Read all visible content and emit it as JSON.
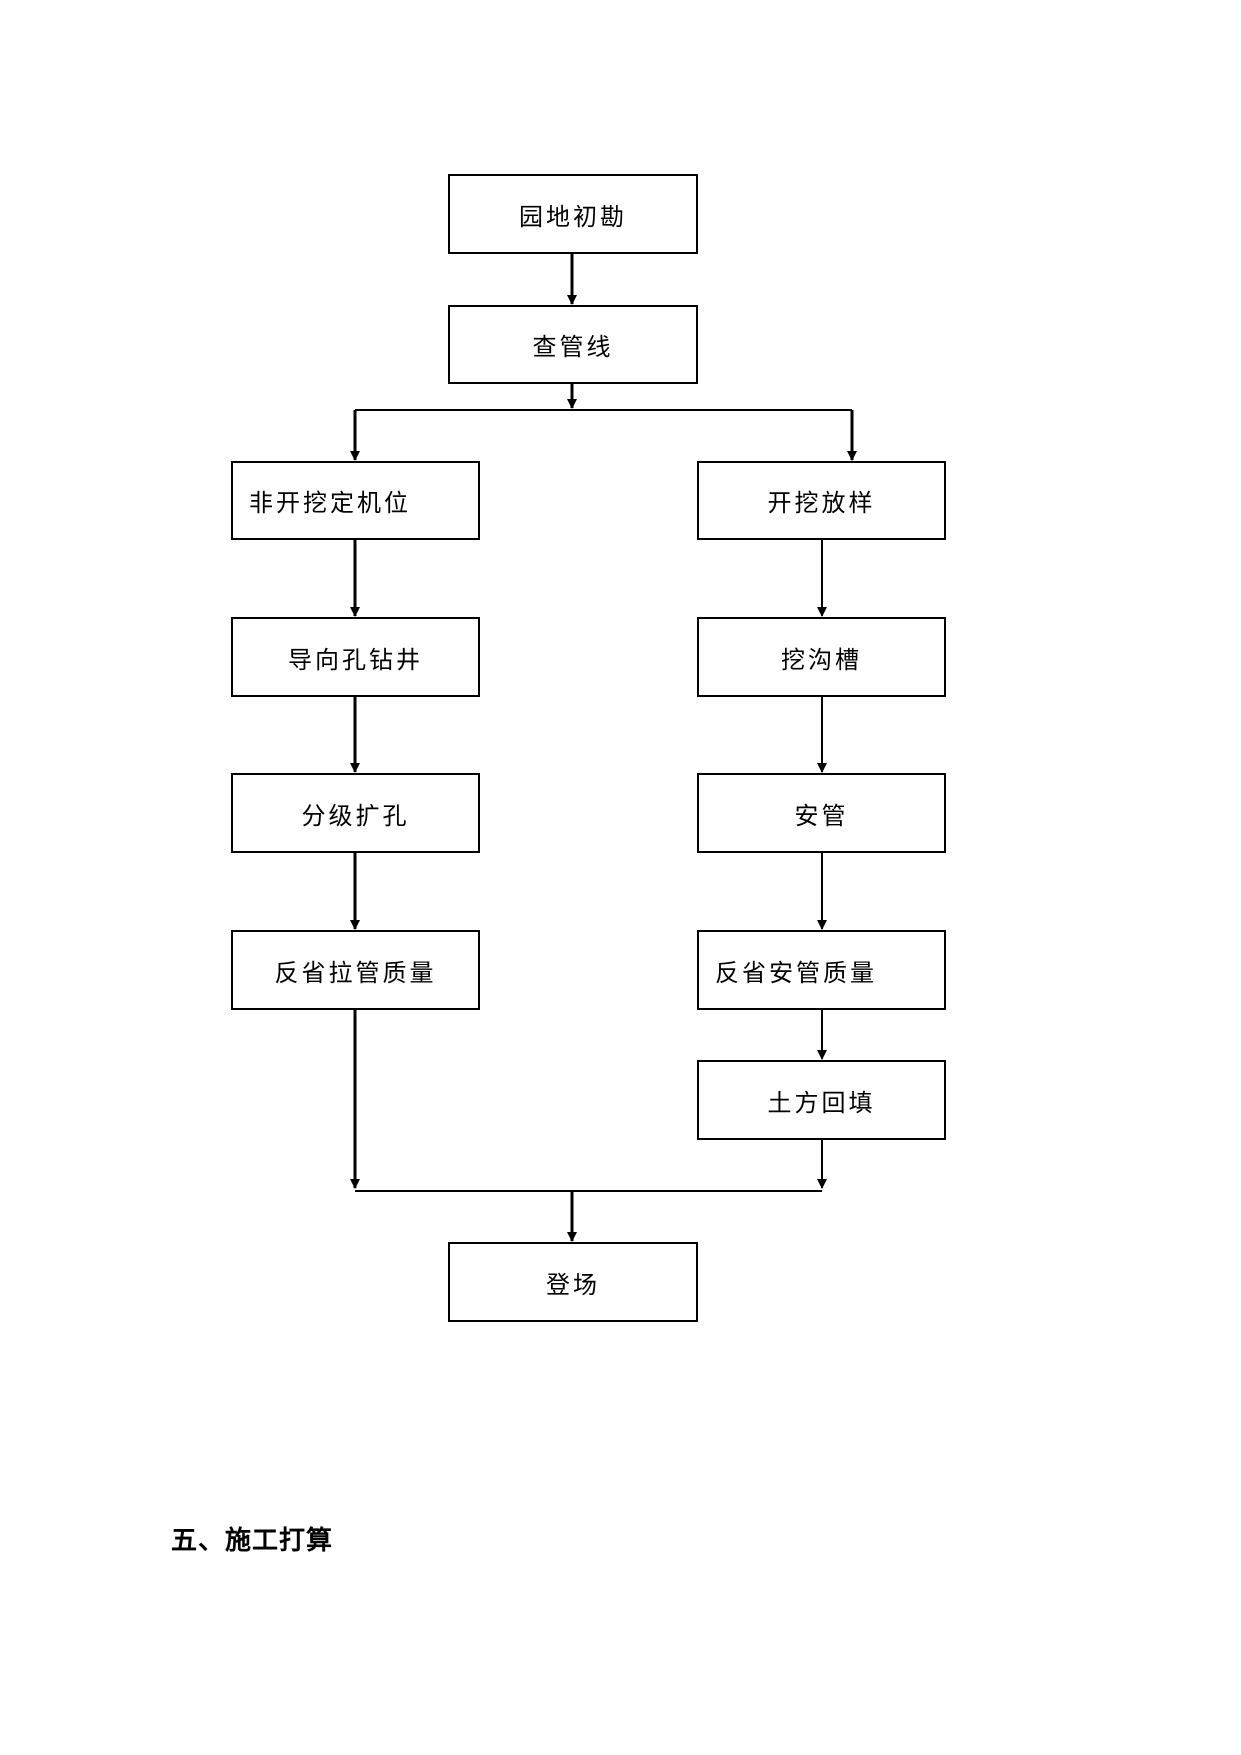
{
  "flowchart": {
    "nodes": {
      "site_survey": "园地初勘",
      "check_pipelines": "查管线",
      "trenchless_positioning": "非开挖定机位",
      "pilot_hole_drilling": "导向孔钻井",
      "staged_reaming": "分级扩孔",
      "check_pulling_quality": "反省拉管质量",
      "excavation_layout": "开挖放样",
      "dig_trench": "挖沟槽",
      "install_pipe": "安管",
      "check_install_quality": "反省安管质量",
      "backfill": "土方回填",
      "demobilize": "登场"
    }
  },
  "section": {
    "heading": "五、施工打算"
  }
}
